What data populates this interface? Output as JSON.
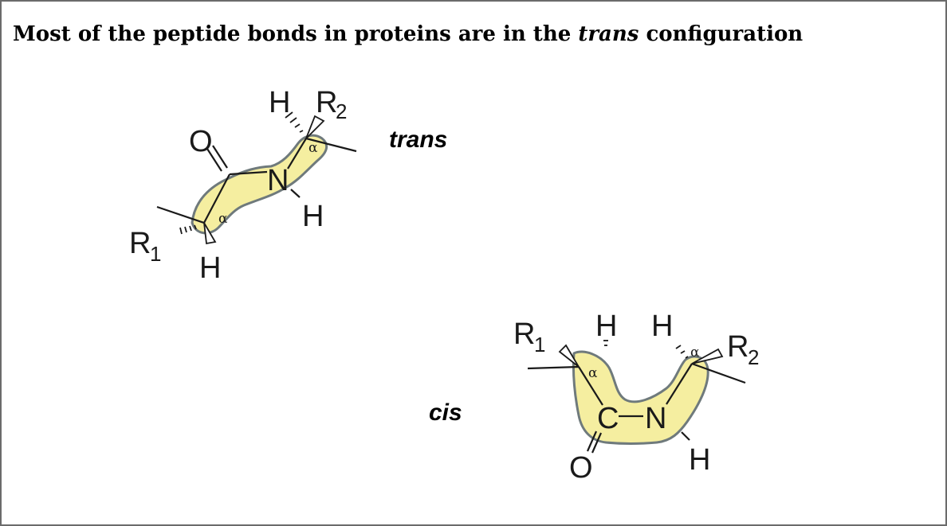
{
  "title": {
    "before": "Most of the peptide bonds in proteins are in the ",
    "italic": "trans",
    "after": " configuration"
  },
  "labels": {
    "trans": "trans",
    "cis": "cis"
  },
  "trans_structure": {
    "atom_O": "O",
    "atom_N": "N",
    "atom_H_top": "H",
    "atom_H_N": "H",
    "atom_H_bottom": "H",
    "atom_R2": "R",
    "atom_R2_sub": "2",
    "atom_R1": "R",
    "atom_R1_sub": "1",
    "alpha_1": "α",
    "alpha_2": "α"
  },
  "cis_structure": {
    "atom_R1": "R",
    "atom_R1_sub": "1",
    "atom_H_left": "H",
    "atom_H_right": "H",
    "atom_R2": "R",
    "atom_R2_sub": "2",
    "atom_C": "C",
    "atom_N": "N",
    "atom_O": "O",
    "atom_H_N": "H",
    "alpha_1": "α",
    "alpha_2": "α"
  },
  "colors": {
    "highlight_fill": "#f5eea0",
    "highlight_stroke": "#6f7a7c",
    "border": "#6b6b6b"
  }
}
